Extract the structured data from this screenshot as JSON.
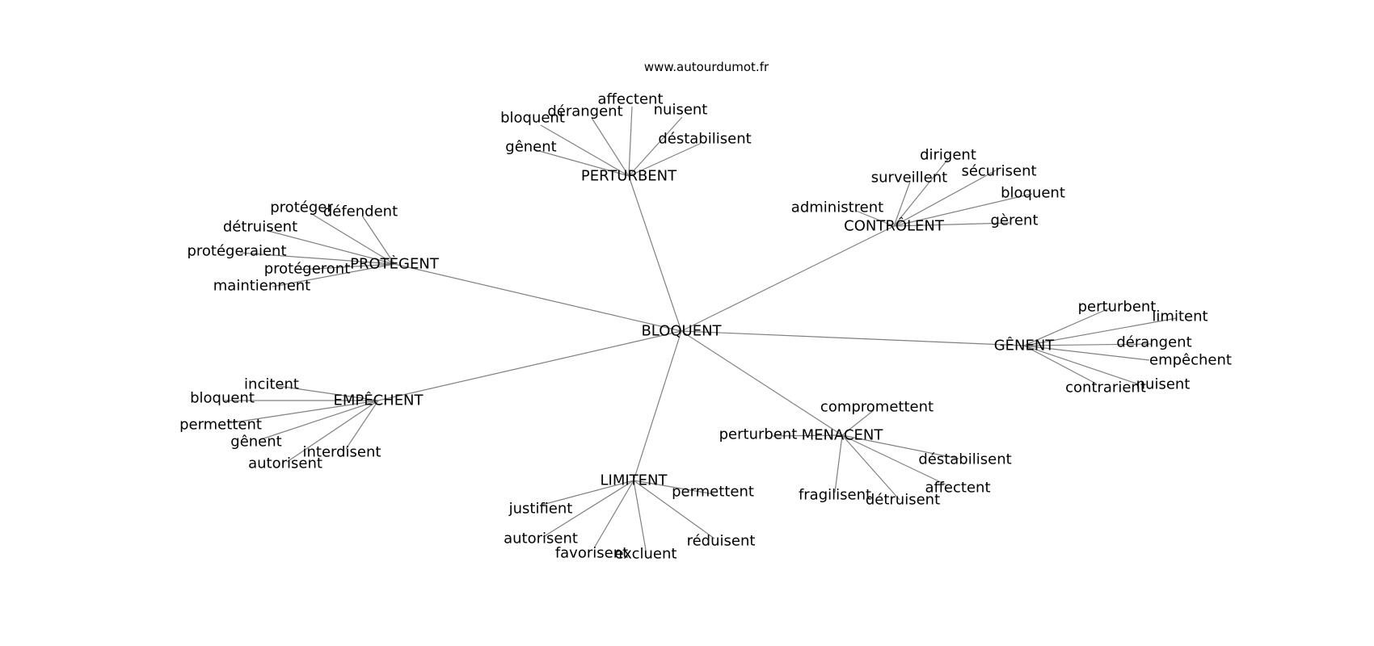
{
  "website": "www.autourdumot.fr",
  "graph": {
    "center": "BLOQUENT",
    "clusters": [
      {
        "hub": "PERTURBENT",
        "leaves": [
          "bloquent",
          "dérangent",
          "affectent",
          "nuisent",
          "déstabilisent",
          "gênent"
        ]
      },
      {
        "hub": "CONTRÔLENT",
        "leaves": [
          "dirigent",
          "surveillent",
          "sécurisent",
          "bloquent",
          "administrent",
          "gèrent"
        ]
      },
      {
        "hub": "PROTÈGENT",
        "leaves": [
          "protéger",
          "défendent",
          "détruisent",
          "protégeraient",
          "protégeront",
          "maintiennent"
        ]
      },
      {
        "hub": "GÊNENT",
        "leaves": [
          "perturbent",
          "limitent",
          "dérangent",
          "empêchent",
          "contrarient",
          "nuisent"
        ]
      },
      {
        "hub": "EMPÊCHENT",
        "leaves": [
          "incitent",
          "bloquent",
          "permettent",
          "gênent",
          "interdisent",
          "autorisent"
        ]
      },
      {
        "hub": "MENACENT",
        "leaves": [
          "compromettent",
          "perturbent",
          "déstabilisent",
          "affectent",
          "fragilisent",
          "détruisent"
        ]
      },
      {
        "hub": "LIMITENT",
        "leaves": [
          "justifient",
          "permettent",
          "autorisent",
          "favorisent",
          "excluent",
          "réduisent"
        ]
      }
    ]
  }
}
